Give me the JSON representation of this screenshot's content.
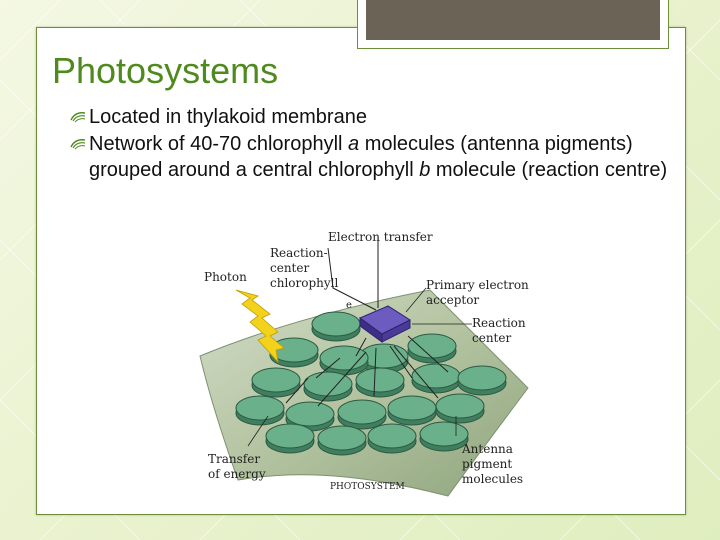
{
  "slide": {
    "title": "Photosystems",
    "bullets": [
      {
        "text": "Located in thylakoid membrane"
      },
      {
        "text_before": "Network of 40-70 chlorophyll ",
        "italic_1": "a",
        "text_middle": " molecules (antenna pigments) grouped around a central chlorophyll ",
        "italic_2": "b",
        "text_after": " molecule (reaction centre)"
      }
    ],
    "bullet_icon": "swoosh-bullet-icon",
    "accent_color": "#4e8a1e",
    "frame_color": "#6d8f3a"
  },
  "diagram": {
    "labels": {
      "electron_transfer": "Electron transfer",
      "reaction_center_chlorophyll": "Reaction-\ncenter\nchlorophyll",
      "photon": "Photon",
      "primary_electron_acceptor": "Primary electron\nacceptor",
      "reaction_center": "Reaction\ncenter",
      "electron_symbol": "e",
      "transfer_of_energy": "Transfer\nof energy",
      "antenna_pigment_molecules": "Antenna\npigment\nmolecules",
      "photosystem": "PHOTOSYSTEM"
    },
    "colors": {
      "membrane": "#b9c9a6",
      "disc_top": "#6ab08a",
      "disc_side": "#3f7f5f",
      "acceptor": "#5a4aa8",
      "lightning": "#f2d21b"
    }
  }
}
